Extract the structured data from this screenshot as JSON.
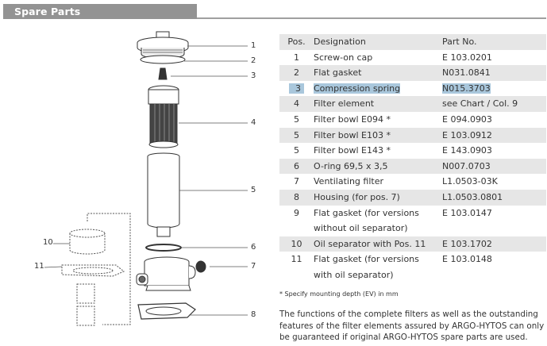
{
  "header": {
    "title": "Spare Parts"
  },
  "table": {
    "columns": {
      "pos": "Pos.",
      "designation": "Designation",
      "part_no": "Part No."
    },
    "rows": [
      {
        "pos": "1",
        "designation": "Screw-on cap",
        "part_no": "E 103.0201"
      },
      {
        "pos": "2",
        "designation": "Flat gasket",
        "part_no": "N031.0841"
      },
      {
        "pos": "3",
        "designation": "Compression spring",
        "part_no": "N015.3703",
        "highlighted": true
      },
      {
        "pos": "4",
        "designation": "Filter element",
        "part_no": "see Chart / Col. 9"
      },
      {
        "pos": "5",
        "designation": "Filter bowl E094 *",
        "part_no": "E 094.0903"
      },
      {
        "pos": "5",
        "designation": "Filter bowl E103 *",
        "part_no": "E 103.0912"
      },
      {
        "pos": "5",
        "designation": "Filter bowl E143 *",
        "part_no": "E 143.0903"
      },
      {
        "pos": "6",
        "designation": "O-ring 69,5 x 3,5",
        "part_no": "N007.0703"
      },
      {
        "pos": "7",
        "designation": "Ventilating filter",
        "part_no": "L1.0503-03K"
      },
      {
        "pos": "8",
        "designation": "Housing (for pos. 7)",
        "part_no": "L1.0503.0801"
      },
      {
        "pos": "9",
        "designation_lines": [
          "Flat gasket (for versions",
          "without oil separator)"
        ],
        "part_no": "E 103.0147"
      },
      {
        "pos": "10",
        "designation": "Oil separator with Pos. 11",
        "part_no": "E 103.1702"
      },
      {
        "pos": "11",
        "designation_lines": [
          "Flat gasket (for versions",
          "with oil separator)"
        ],
        "part_no": "E 103.0148"
      }
    ]
  },
  "footnote": "* Specify mounting depth (EV) in mm",
  "disclaimer": "The functions of the complete filters as well as the outstanding features of the filter elements assured by ARGO-HYTOS can only be guaranteed if original ARGO-HYTOS spare parts are used.",
  "diagram": {
    "callouts": [
      "1",
      "2",
      "3",
      "4",
      "5",
      "6",
      "7",
      "8",
      "10",
      "11"
    ]
  },
  "colors": {
    "header_bg": "#939393",
    "row_shade": "#e6e6e6",
    "selection": "#a9c7dc"
  }
}
